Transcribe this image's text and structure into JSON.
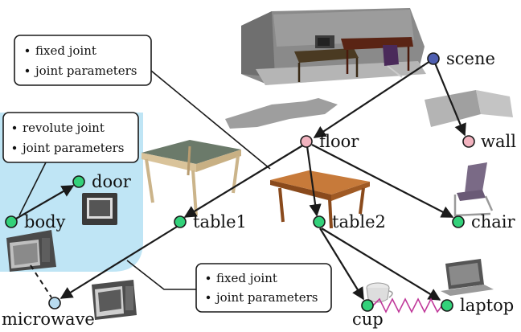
{
  "nodes": {
    "scene": "scene",
    "floor": "floor",
    "wall": "wall",
    "table1": "table1",
    "table2": "table2",
    "chair": "chair",
    "microwave": "microwave",
    "cup": "cup",
    "laptop": "laptop",
    "body": "body",
    "door": "door"
  },
  "callouts": {
    "top": [
      "fixed joint",
      "joint parameters"
    ],
    "left": [
      "revolute joint",
      "joint parameters"
    ],
    "bottom": [
      "fixed joint",
      "joint parameters"
    ]
  },
  "colors": {
    "root_node": "#4f5fb0",
    "intermediate_node": "#f2b3bf",
    "leaf_node": "#33d17a",
    "microwave_node": "#b9dcf0",
    "highlight_region": "#bfe5f5",
    "spring": "#c0399a"
  }
}
